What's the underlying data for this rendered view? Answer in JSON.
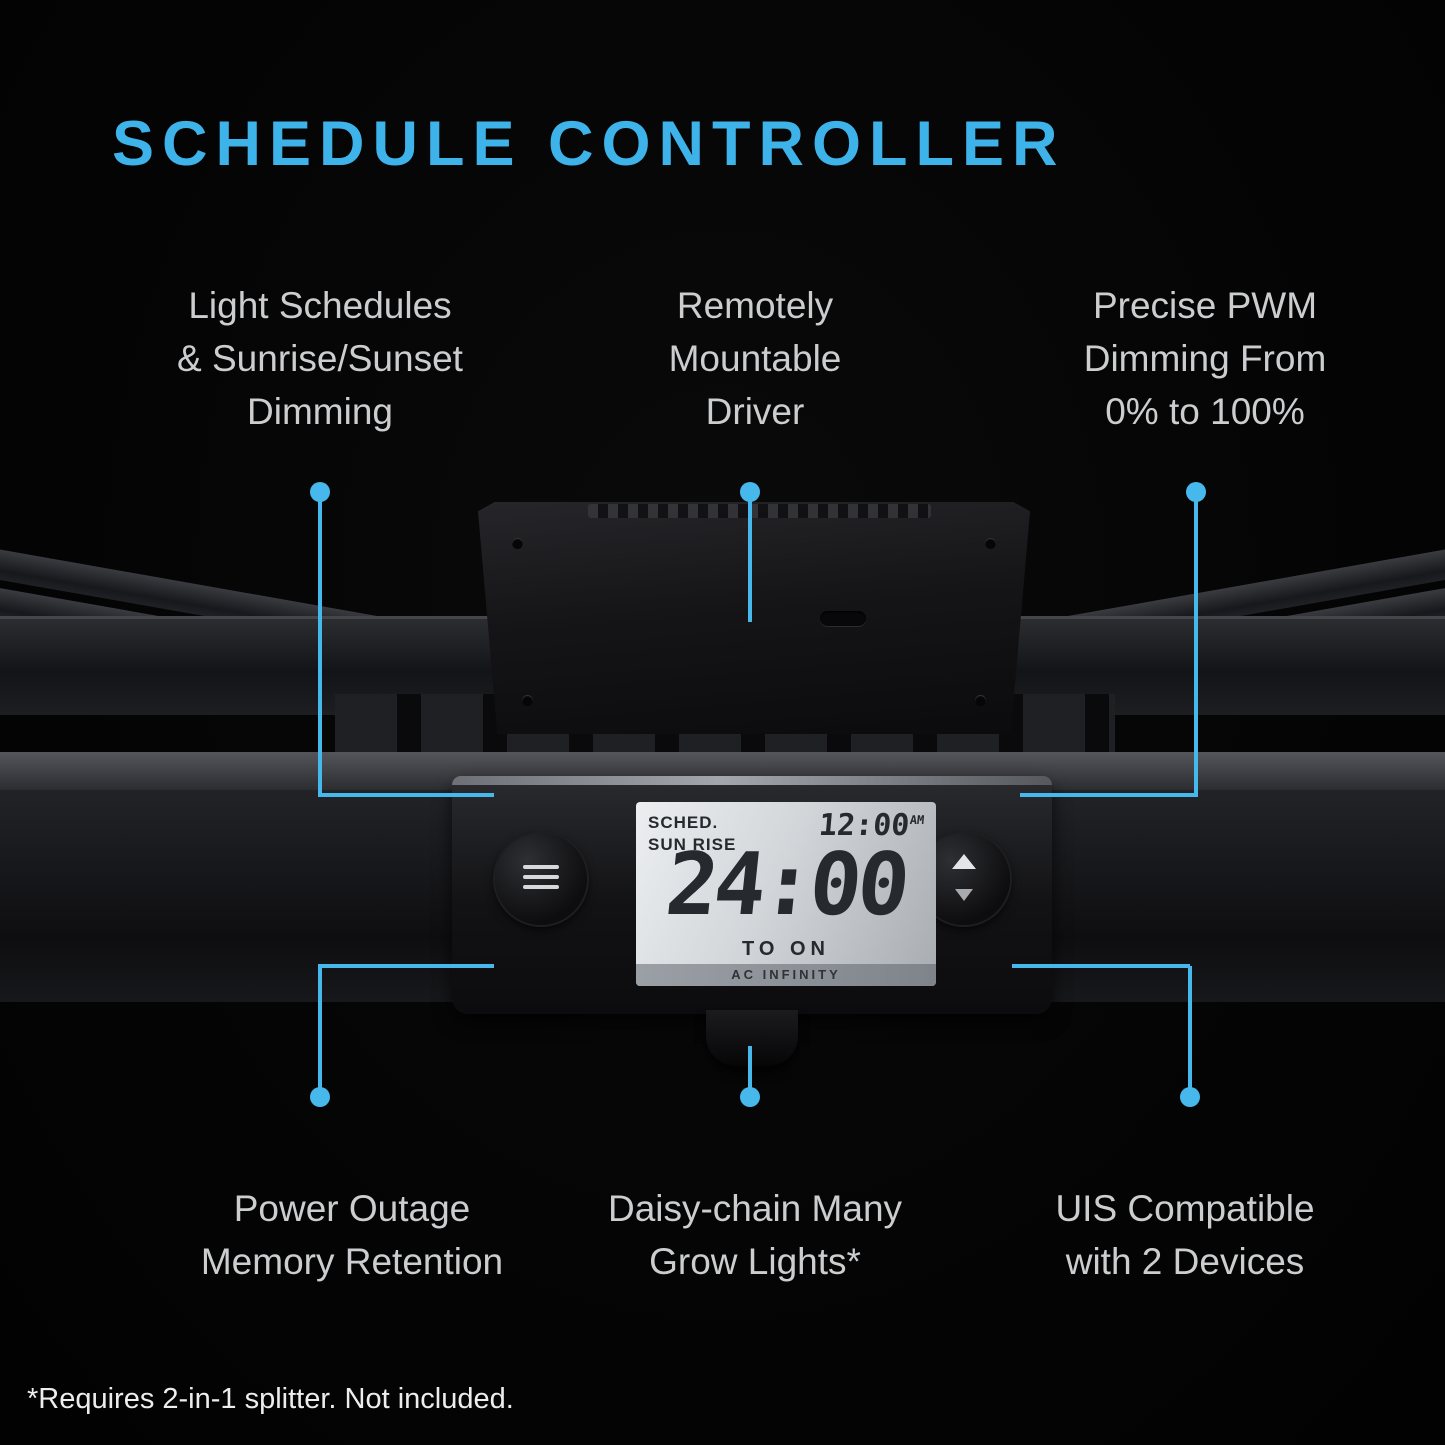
{
  "title": "SCHEDULE CONTROLLER",
  "callouts": {
    "top_left": {
      "lines": [
        "Light Schedules",
        "& Sunrise/Sunset",
        "Dimming"
      ]
    },
    "top_center": {
      "lines": [
        "Remotely",
        "Mountable",
        "Driver"
      ]
    },
    "top_right": {
      "lines": [
        "Precise PWM",
        "Dimming From",
        "0% to 100%"
      ]
    },
    "bottom_left": {
      "lines": [
        "Power Outage",
        "Memory Retention"
      ]
    },
    "bottom_center": {
      "lines": [
        "Daisy-chain Many",
        "Grow Lights*"
      ]
    },
    "bottom_right": {
      "lines": [
        "UIS Compatible",
        "with 2 Devices"
      ]
    }
  },
  "controller_display": {
    "mode_label_1": "SCHED.",
    "mode_label_2": "SUN RISE",
    "clock_time": "12:00",
    "clock_meridiem": "AM",
    "main_time": "24:00",
    "status_label": "TO ON",
    "brand": "AC INFINITY"
  },
  "footnote": "*Requires 2-in-1 splitter. Not included.",
  "colors": {
    "accent_blue": "#47b8ec",
    "title_blue": "#3eb3ea",
    "callout_text": "#cbcdcf",
    "background": "#050505",
    "lcd_background": "#d7dbde",
    "lcd_text": "#26292d"
  }
}
